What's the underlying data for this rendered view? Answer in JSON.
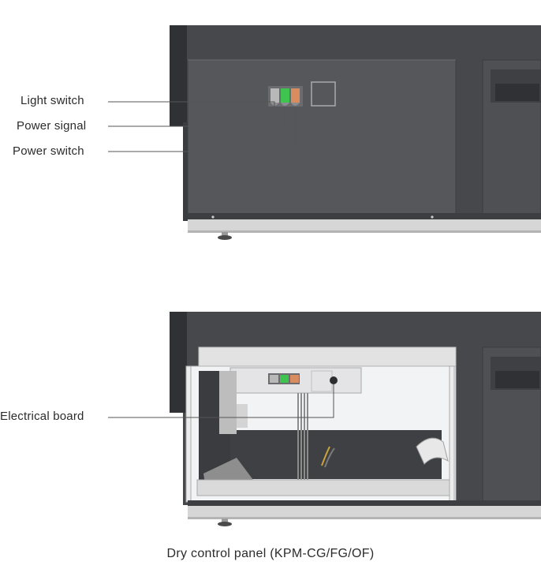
{
  "callouts": {
    "light_switch": "Light switch",
    "power_signal": "Power signal",
    "power_switch": "Power switch",
    "electrical_board": "Electrical board"
  },
  "caption": "Dry control panel (KPM-CG/FG/OF)",
  "colors": {
    "cabinet_dark": "#4a4c4f",
    "cabinet_panel": "#55575a",
    "base_light": "#d8d8d8",
    "switch_grey": "#b8b8b8",
    "switch_green": "#3fc44f",
    "switch_orange": "#d98c5f",
    "leader_line": "#555555"
  }
}
